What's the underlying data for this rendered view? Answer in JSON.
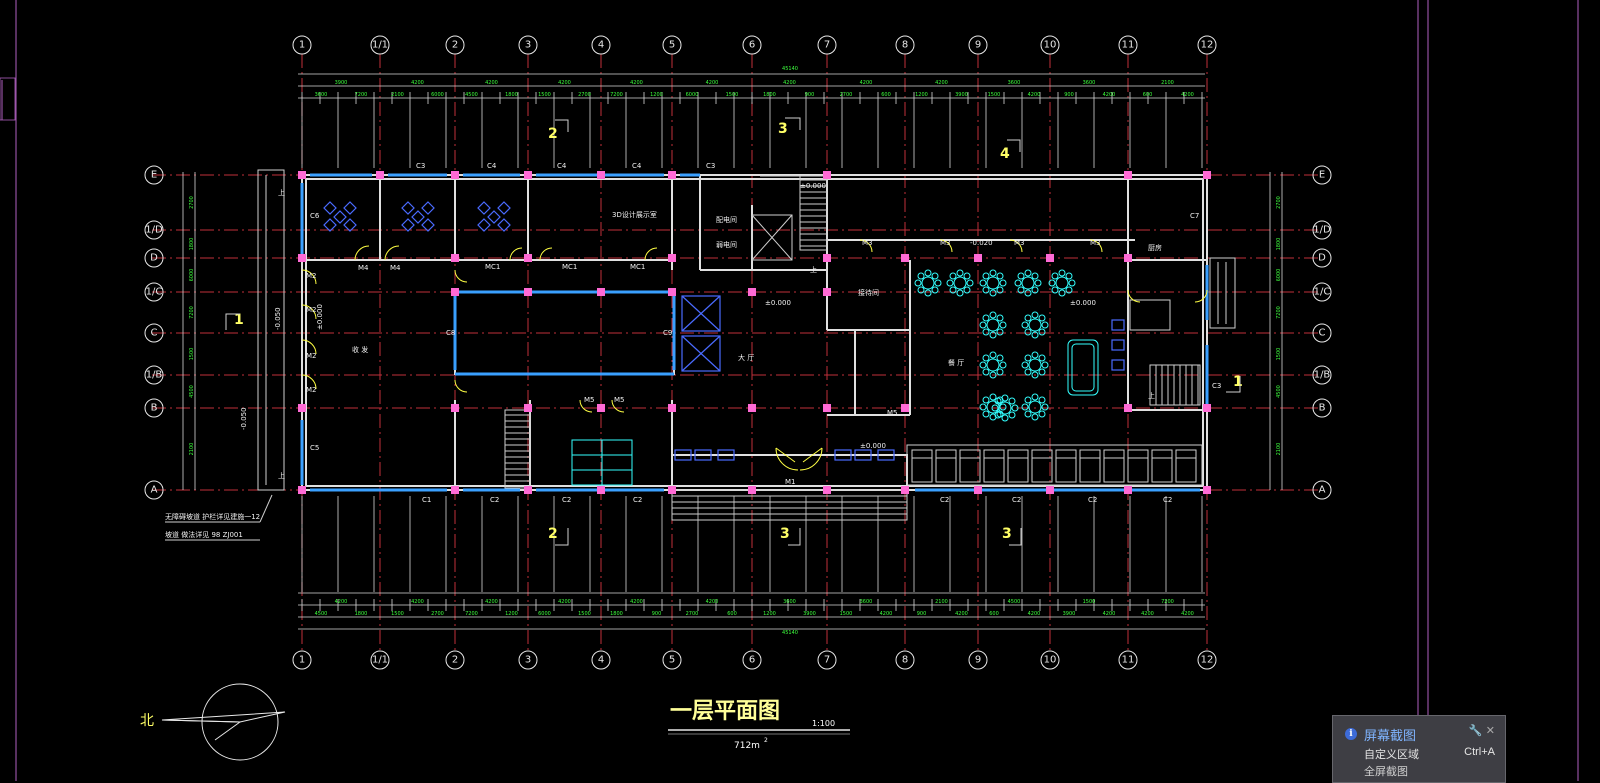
{
  "drawing": {
    "title": "一层平面图",
    "scale": "1:100",
    "area": "712m",
    "area_sup": "2",
    "north_label": "北",
    "axes_x": [
      "1",
      "1/1",
      "2",
      "3",
      "4",
      "5",
      "6",
      "7",
      "8",
      "9",
      "10",
      "11",
      "12"
    ],
    "axes_y": [
      "A",
      "B",
      "1/B",
      "C",
      "1/C",
      "D",
      "1/D",
      "E"
    ],
    "section_marks": [
      "2",
      "3",
      "4",
      "1",
      "1",
      "2",
      "3",
      "3"
    ],
    "window_tags": [
      "C3",
      "C4",
      "C4",
      "C4",
      "C3",
      "C1",
      "C2",
      "C2",
      "C2",
      "C2",
      "C2",
      "C2",
      "C2",
      "C5",
      "C6",
      "C7",
      "C8",
      "C9",
      "C3"
    ],
    "door_tags": [
      "M4",
      "M4",
      "MC1",
      "MC1",
      "MC1",
      "M3",
      "M3",
      "M3",
      "M3",
      "M2",
      "M2",
      "M2",
      "M2",
      "M5",
      "M5",
      "M5",
      "M1"
    ],
    "room_labels": [
      "大 厅",
      "3D设计展示室",
      "配电间",
      "弱电间",
      "收 发",
      "接待间",
      "餐 厅",
      "厨房"
    ],
    "levels": [
      "±0.000",
      "±0.000",
      "-0.020",
      "±0.000",
      "-0.050",
      "-0.050",
      "±0.000",
      "±0.000"
    ],
    "dims_top": "45140",
    "dims_bottom": "45140",
    "stair_label": "上",
    "notes": [
      "无障碍坡道 护栏详见建施一12",
      "坡道 做法详见 98 ZJ001"
    ],
    "dim_numbers": [
      "3900",
      "4200",
      "4200",
      "4200",
      "4200",
      "4200",
      "4200",
      "4200",
      "4200",
      "3600",
      "3600",
      "2100",
      "4500",
      "1500",
      "7200",
      "6000",
      "1800",
      "2700",
      "1200",
      "1500",
      "900",
      "600"
    ]
  },
  "popup": {
    "title": "屏幕截图",
    "row1_label": "自定义区域",
    "row1_key": "Ctrl+A",
    "row2_label": "全屏截图",
    "tools_icon": "wrench-close-icon"
  },
  "colors": {
    "background": "#000000",
    "grid": "#c0303a",
    "column": "#ff6ad5",
    "window": "#3aa0ff",
    "dimension_text": "#3cff3c",
    "label_yellow": "#ffff66",
    "frame_purple": "#b060c0"
  }
}
